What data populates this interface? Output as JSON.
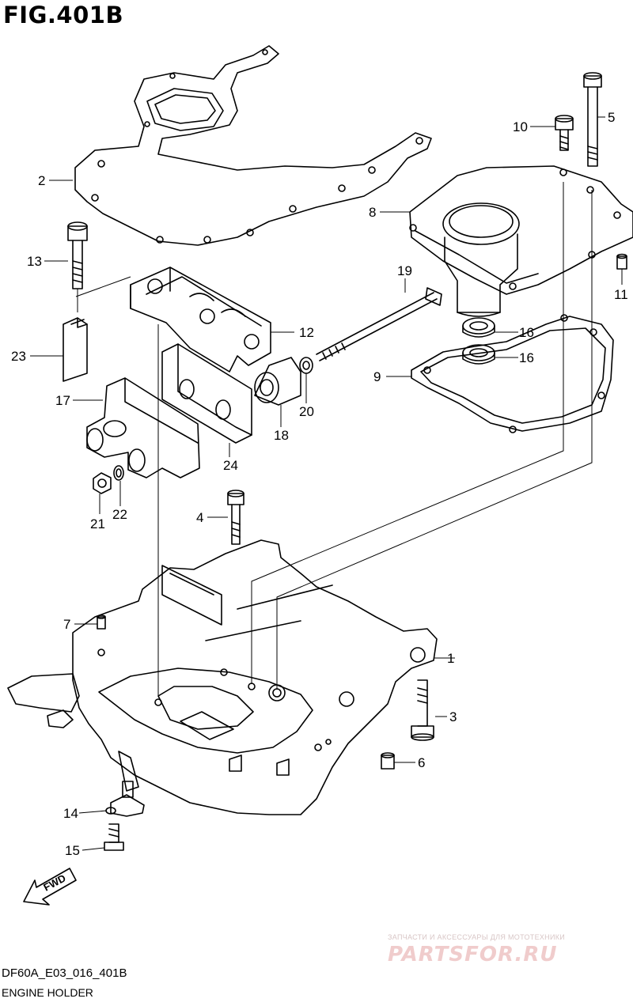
{
  "figure": {
    "title": "FIG.401B",
    "code": "DF60A_E03_016_401B",
    "caption": "ENGINE HOLDER"
  },
  "watermark": {
    "subtitle": "ЗАПЧАСТИ И АКСЕССУАРЫ ДЛЯ МОТОТЕХНИКИ",
    "brand": "PARTSFOR.RU"
  },
  "fwd_label": "FWD",
  "callouts": {
    "c1": "1",
    "c2": "2",
    "c3": "3",
    "c4": "4",
    "c5": "5",
    "c6": "6",
    "c7": "7",
    "c8": "8",
    "c9": "9",
    "c10": "10",
    "c11": "11",
    "c12": "12",
    "c13": "13",
    "c14": "14",
    "c15": "15",
    "c16a": "16",
    "c16b": "16",
    "c17": "17",
    "c18": "18",
    "c19": "19",
    "c20": "20",
    "c21": "21",
    "c22": "22",
    "c23": "23",
    "c24": "24"
  },
  "colors": {
    "line": "#000000",
    "watermark": "#f0cccc"
  }
}
